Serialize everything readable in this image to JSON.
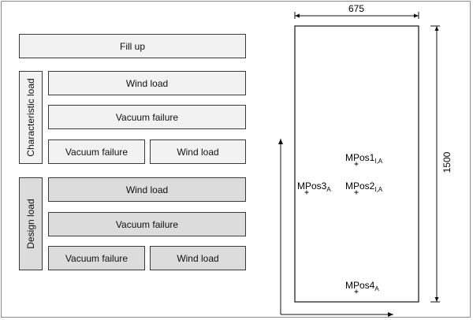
{
  "fill_up": "Fill up",
  "characteristic": {
    "label": "Characteristic load",
    "row1": "Wind load",
    "row2": "Vacuum failure",
    "row3_left": "Vacuum failure",
    "row3_right": "Wind load"
  },
  "design": {
    "label": "Design load",
    "row1": "Wind load",
    "row2": "Vacuum failure",
    "row3_left": "Vacuum failure",
    "row3_right": "Wind load"
  },
  "panel": {
    "width_dim": "675",
    "height_dim": "1500",
    "points": [
      {
        "base": "MPos1",
        "sub": "I,A"
      },
      {
        "base": "MPos2",
        "sub": "I,A"
      },
      {
        "base": "MPos3",
        "sub": "A"
      },
      {
        "base": "MPos4",
        "sub": "A"
      }
    ]
  }
}
